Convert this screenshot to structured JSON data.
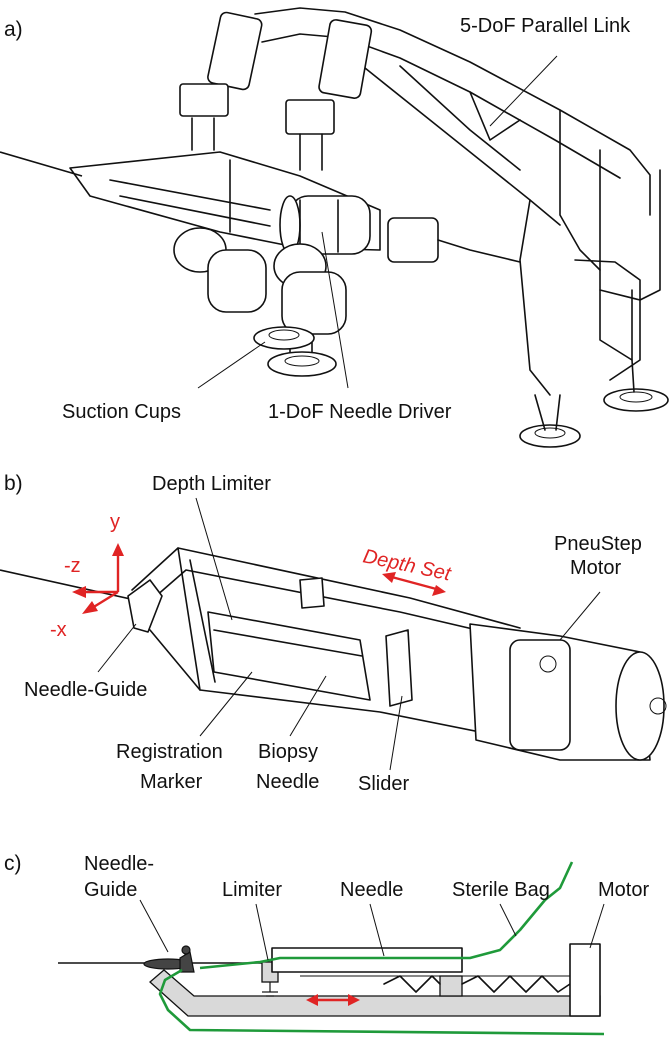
{
  "panel_a": {
    "tag": "a)",
    "labels": {
      "parallel_link": "5-DoF Parallel Link",
      "suction_cups": "Suction Cups",
      "needle_driver": "1-DoF Needle Driver"
    }
  },
  "panel_b": {
    "tag": "b)",
    "labels": {
      "depth_limiter": "Depth Limiter",
      "depth_set": "Depth Set",
      "pneustep_line1": "PneuStep",
      "pneustep_line2": "Motor",
      "axis_y": "y",
      "axis_z": "-z",
      "axis_x": "-x",
      "needle_guide": "Needle-Guide",
      "registration_line1": "Registration",
      "registration_line2": "Marker",
      "biopsy_line1": "Biopsy",
      "biopsy_line2": "Needle",
      "slider": "Slider"
    }
  },
  "panel_c": {
    "tag": "c)",
    "labels": {
      "needle_guide_line1": "Needle-",
      "needle_guide_line2": "Guide",
      "limiter": "Limiter",
      "needle": "Needle",
      "sterile_bag": "Sterile Bag",
      "motor": "Motor"
    }
  },
  "colors": {
    "annotation_red": "#e02424",
    "sterile_bag_green": "#1f9a3a",
    "line_black": "#111111",
    "frame_grey": "#d9d9d9"
  }
}
